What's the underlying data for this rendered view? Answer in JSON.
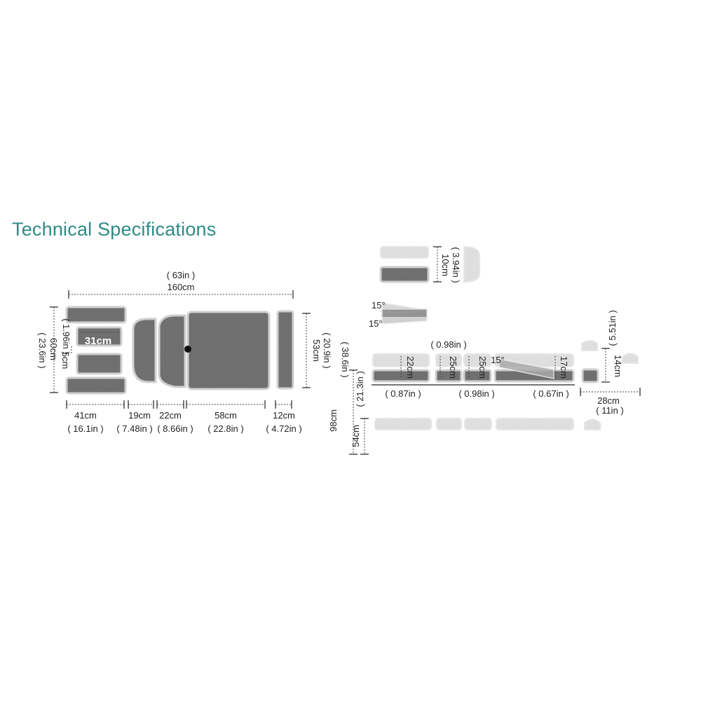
{
  "title": "Technical Specifications",
  "colors": {
    "title": "#2e8b87",
    "pad_dark": "#6e6e6e",
    "pad_light": "#e0e0e0"
  },
  "top_view": {
    "overall_in": "( 63in )",
    "overall_cm": "160cm",
    "width_in": "( 23.6in )",
    "width_cm": "60cm",
    "arm_gap_cm": "5cm",
    "arm_gap_in": "( 1.96in )",
    "armrest_cm": "31cm",
    "height_cm": "53cm",
    "height_in": "( 20.9in )",
    "segments": [
      {
        "cm": "41cm",
        "in": "( 16.1in )"
      },
      {
        "cm": "19cm",
        "in": "( 7.48in )"
      },
      {
        "cm": "22cm",
        "in": "( 8.66in )"
      },
      {
        "cm": "58cm",
        "in": "( 22.8in )"
      },
      {
        "cm": "12cm",
        "in": "( 4.72in )"
      }
    ]
  },
  "side_view": {
    "top_cm": "10cm",
    "top_in": "( 3.94in )",
    "angle_top": "15°",
    "angle_bottom": "15°",
    "angle_mid": "15°",
    "height_max_in": "( 38.6in )",
    "height_max_cm": "98cm",
    "height_min_in": "( 21.3in )",
    "height_min_cm": "54cm",
    "gap_top_in": "( 0.98in )",
    "thickness_1_cm": "22cm",
    "thickness_2_cm": "25cm",
    "thickness_3_cm": "25cm",
    "thickness_4_cm": "17cm",
    "thick_in_1": "( 0.87in )",
    "thick_in_2": "( 0.98in )",
    "thick_in_3": "( 0.67in )",
    "head_h_cm": "14cm",
    "head_h_in": "( 5.51in )",
    "head_w_cm": "28cm",
    "head_w_in": "( 11in )"
  }
}
